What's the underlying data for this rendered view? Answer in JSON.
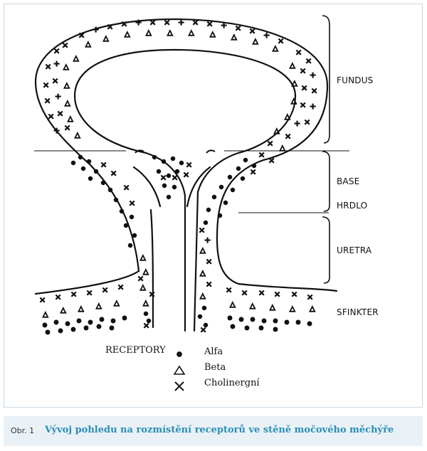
{
  "regions": {
    "fundus": "FUNDUS",
    "base": "BASE",
    "hrdlo": "HRDLO",
    "uretra": "URETRA",
    "sfinkter": "SFINKTER"
  },
  "legend": {
    "title": "RECEPTORY",
    "items": [
      {
        "name": "Alfa",
        "symbol": "dot"
      },
      {
        "name": "Beta",
        "symbol": "triangle"
      },
      {
        "name": "Cholinergní",
        "symbol": "cross"
      }
    ]
  },
  "caption": {
    "number": "Obr. 1",
    "text": "Vývoj pohledu na rozmístění receptorů ve stěně močového měchýře"
  },
  "colors": {
    "ink": "#111111",
    "caption_bg": "#eaf1f6",
    "caption_text": "#2a8fb6"
  }
}
